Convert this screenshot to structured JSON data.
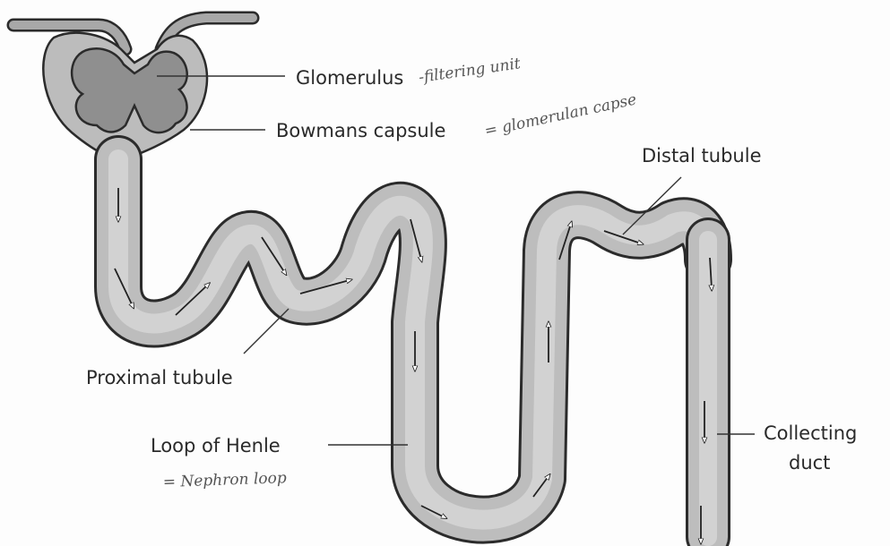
{
  "labels": {
    "glomerulus": "Glomerulus",
    "bowmans": "Bowmans capsule",
    "distal": "Distal tubule",
    "proximal": "Proximal tubule",
    "henle": "Loop of Henle",
    "collecting_line1": "Collecting",
    "collecting_line2": "duct"
  },
  "notes": {
    "glomerulus": "-filtering unit",
    "bowmans": "= glomerulan capse",
    "henle": "= Nephron loop"
  },
  "colors": {
    "tube": "#bdbdbd",
    "outline": "#2b2b2b",
    "blood": "#9a9a9a"
  }
}
